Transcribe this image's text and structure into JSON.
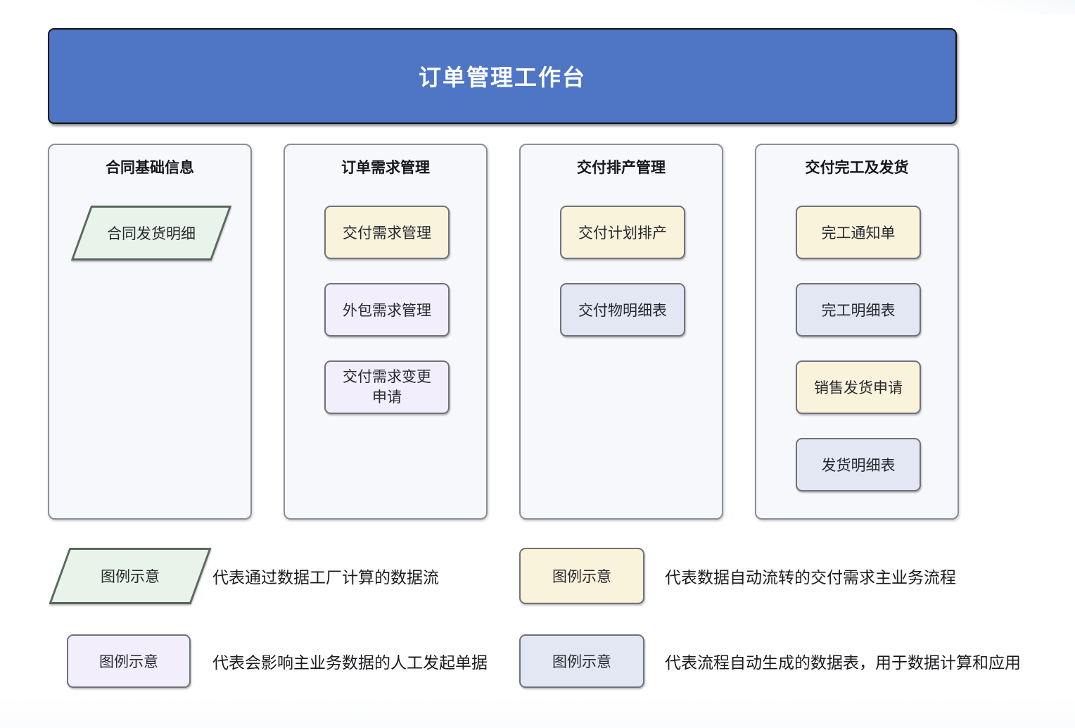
{
  "header": {
    "title": "订单管理工作台"
  },
  "columns": [
    {
      "title": "合同基础信息",
      "nodes": [
        {
          "label": "合同发货明细",
          "type": "dataflow",
          "shape": "parallelogram"
        }
      ]
    },
    {
      "title": "订单需求管理",
      "nodes": [
        {
          "label": "交付需求管理",
          "type": "main",
          "shape": "rounded-rect"
        },
        {
          "label": "外包需求管理",
          "type": "manual",
          "shape": "rounded-rect"
        },
        {
          "label": "交付需求变更申请",
          "type": "manual",
          "shape": "rounded-rect"
        }
      ]
    },
    {
      "title": "交付排产管理",
      "nodes": [
        {
          "label": "交付计划排产",
          "type": "main",
          "shape": "rounded-rect"
        },
        {
          "label": "交付物明细表",
          "type": "table",
          "shape": "rounded-rect"
        }
      ]
    },
    {
      "title": "交付完工及发货",
      "nodes": [
        {
          "label": "完工通知单",
          "type": "main",
          "shape": "rounded-rect"
        },
        {
          "label": "完工明细表",
          "type": "table",
          "shape": "rounded-rect"
        },
        {
          "label": "销售发货申请",
          "type": "main",
          "shape": "rounded-rect"
        },
        {
          "label": "发货明细表",
          "type": "table",
          "shape": "rounded-rect"
        }
      ]
    }
  ],
  "legend": {
    "sample_label": "图例示意",
    "items": [
      {
        "shape": "parallelogram",
        "type": "dataflow",
        "description": "代表通过数据工厂计算的数据流"
      },
      {
        "shape": "rounded-rect",
        "type": "main",
        "description": "代表数据自动流转的交付需求主业务流程"
      },
      {
        "shape": "rounded-rect",
        "type": "manual",
        "description": "代表会影响主业务数据的人工发起单据"
      },
      {
        "shape": "rounded-rect",
        "type": "table",
        "description": "代表流程自动生成的数据表，用于数据计算和应用"
      }
    ]
  },
  "colors": {
    "header_bg": "#4e76c5",
    "header_text": "#ffffff",
    "column_bg": "#f7f8fb",
    "column_border": "#8a8f98",
    "dataflow_fill": "#e8f4ea",
    "dataflow_border": "#5a675c",
    "main_fill": "#faf3dc",
    "manual_fill": "#f2eefb",
    "table_fill": "#e3e7f4",
    "node_border": "#6e727a"
  }
}
